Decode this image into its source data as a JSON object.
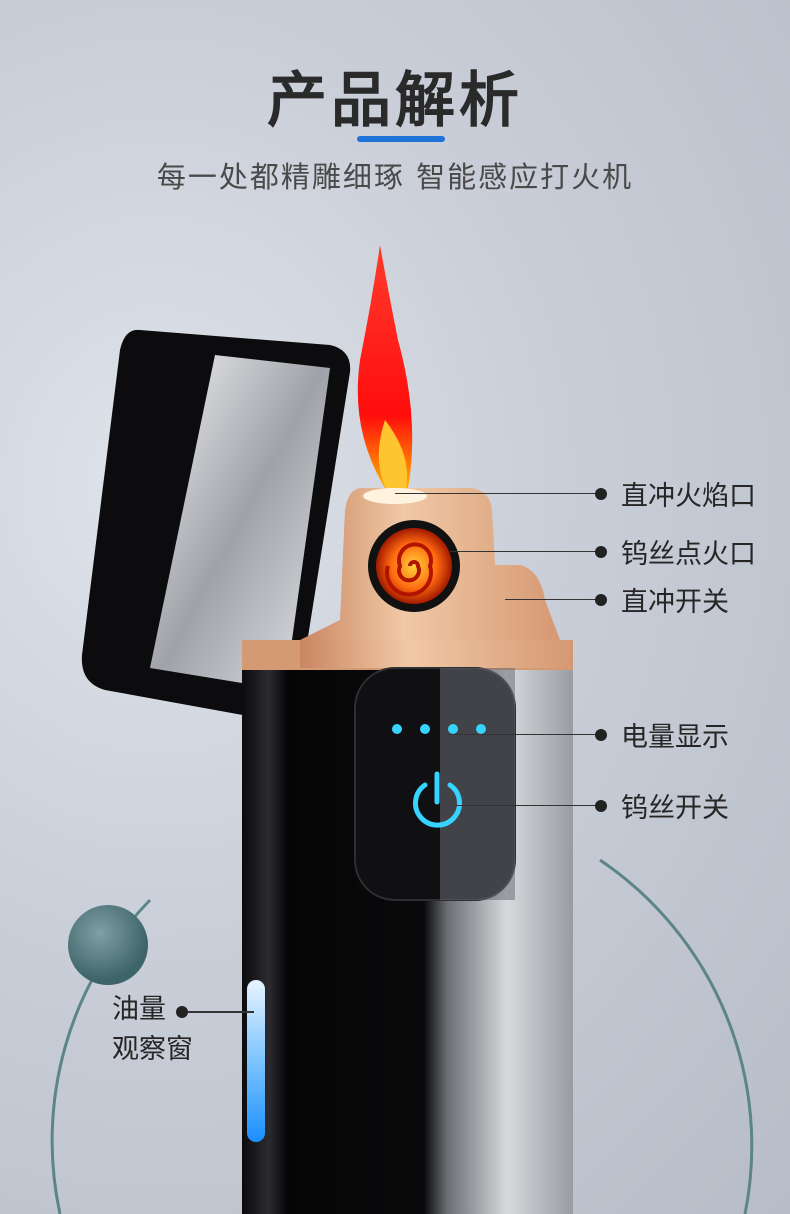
{
  "header": {
    "title": "产品解析",
    "subtitle": "每一处都精雕细琢  智能感应打火机"
  },
  "callouts": [
    {
      "label": "直冲火焰口"
    },
    {
      "label": "钨丝点火口"
    },
    {
      "label": "直冲开关"
    },
    {
      "label": "电量显示"
    },
    {
      "label": "钨丝开关"
    }
  ],
  "oil_window": {
    "line1": "油量",
    "line2": "观察窗"
  },
  "colors": {
    "accent": "#1f72d6",
    "flame": "#ff1a1a",
    "gold": "#e3a77d",
    "indicator": "#36d3ff"
  }
}
